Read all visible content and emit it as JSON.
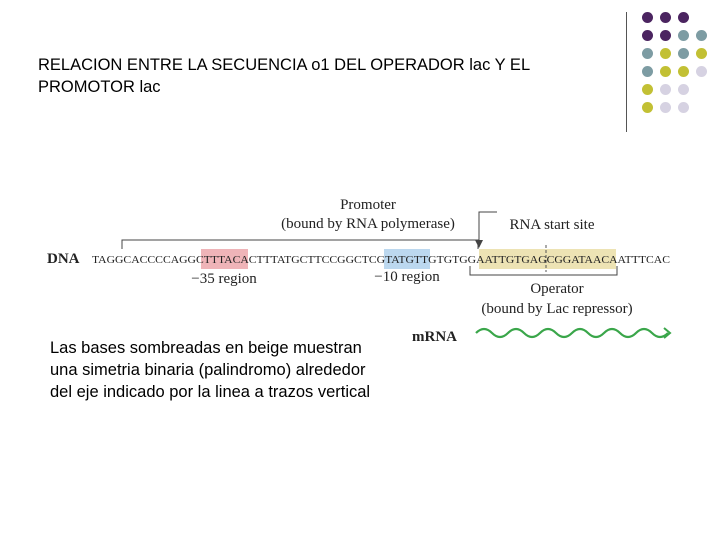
{
  "slide": {
    "title": "RELACION ENTRE LA SECUENCIA o1 DEL OPERADOR lac Y EL PROMOTOR lac",
    "note": "Las bases sombreadas en beige muestran una simetria binaria (palindromo) alrededor del eje indicado por la linea a trazos vertical"
  },
  "decoration": {
    "colors": {
      "purple": "#4b2460",
      "teal": "#7d9ca3",
      "olive": "#c2c034",
      "lavender": "#d6d2e2"
    }
  },
  "diagram": {
    "dna_label": "DNA",
    "sequence": "TAGGCACCCCAGGCTTTACACTTTATGCTTCCGGCTCGTATGTTGTGTGGAATTGTGAGCGGATAACAATTTCAC",
    "promoter_label": "Promoter",
    "promoter_sub": "(bound by RNA polymerase)",
    "rna_start_label": "RNA start site",
    "minus35_label": "−35 region",
    "minus10_label": "−10 region",
    "operator_label": "Operator",
    "operator_sub": "(bound by Lac repressor)",
    "mrna_label": "mRNA",
    "colors": {
      "minus35": "#efb4b8",
      "minus10": "#bcd8ef",
      "operator": "#ede3b4",
      "mrna": "#3aa64a"
    }
  }
}
